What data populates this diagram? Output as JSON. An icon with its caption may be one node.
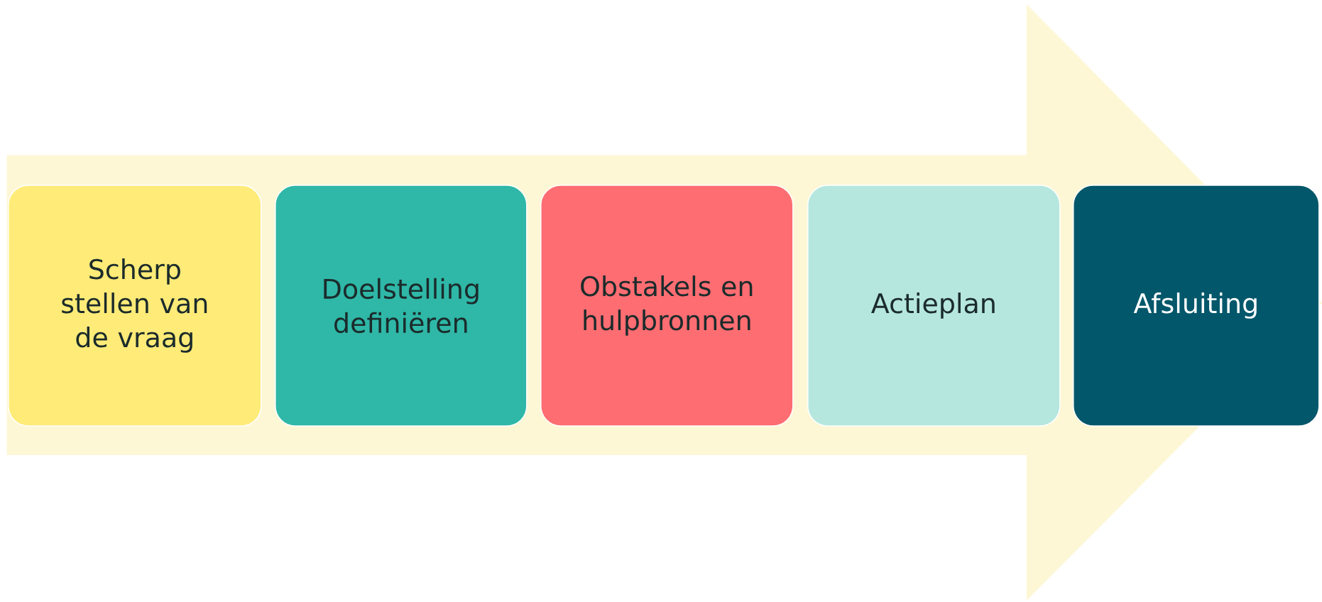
{
  "diagram": {
    "nodes": [
      {
        "text": [],
        "shape": "arrow"
      },
      {
        "text": [
          "Scherp stellen van de vraag"
        ],
        "in": 0
      },
      {
        "text": [
          "Doelstelling definiëren"
        ],
        "in": 0
      },
      {
        "text": [
          "Obstakels en hulpbronnen"
        ],
        "in": 0
      },
      {
        "text": [
          "Actieplan"
        ],
        "in": 0
      },
      {
        "text": [
          "Afsluiting"
        ],
        "in": 0
      }
    ]
  }
}
